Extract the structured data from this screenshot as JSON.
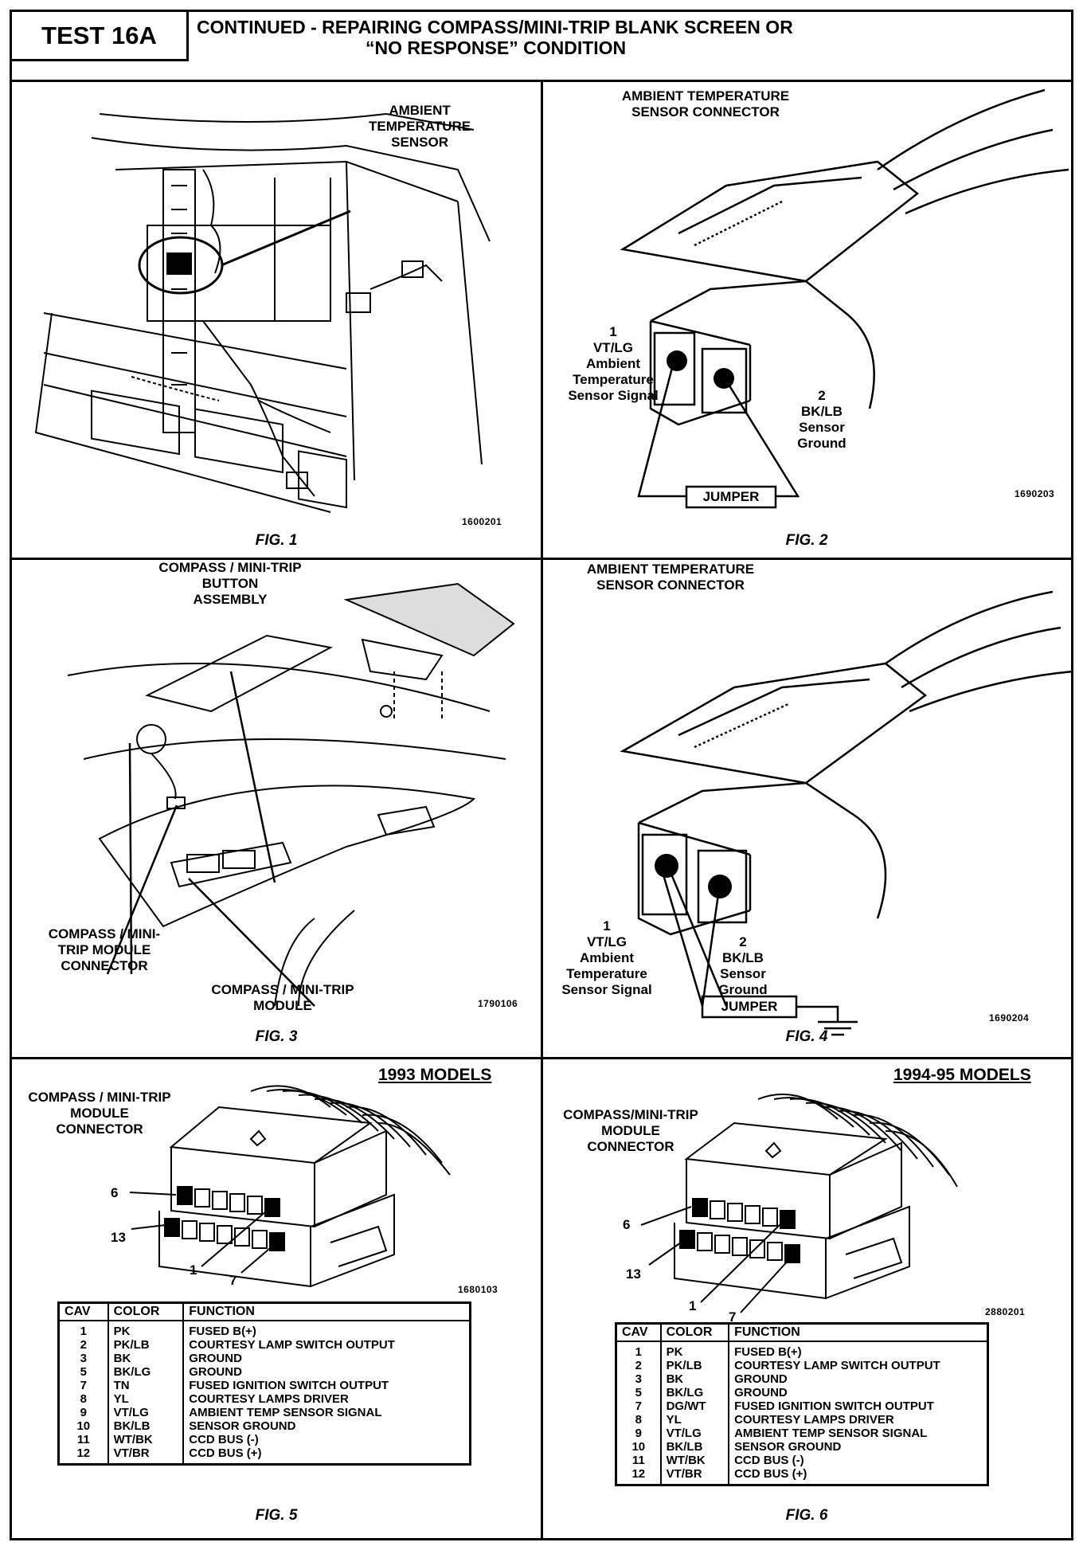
{
  "header": {
    "test_label": "TEST 16A",
    "title_line1": "CONTINUED -  REPAIRING COMPASS/MINI-TRIP BLANK SCREEN OR",
    "title_line2": "“NO RESPONSE” CONDITION"
  },
  "fig1": {
    "caption": "FIG. 1",
    "label_line1": "AMBIENT",
    "label_line2": "TEMPERATURE",
    "label_line3": "SENSOR",
    "code": "1600201"
  },
  "fig2": {
    "caption": "FIG. 2",
    "title_line1": "AMBIENT TEMPERATURE",
    "title_line2": "SENSOR CONNECTOR",
    "pin1": [
      "1",
      "VT/LG",
      "Ambient",
      "Temperature",
      "Sensor Signal"
    ],
    "pin2": [
      "2",
      "BK/LB",
      "Sensor",
      "Ground"
    ],
    "jumper": "JUMPER",
    "code": "1690203"
  },
  "fig3": {
    "caption": "FIG. 3",
    "button_line1": "COMPASS / MINI-TRIP",
    "button_line2": "BUTTON",
    "button_line3": "ASSEMBLY",
    "connector_line1": "COMPASS / MINI-",
    "connector_line2": "TRIP MODULE",
    "connector_line3": "CONNECTOR",
    "module_line1": "COMPASS / MINI-TRIP",
    "module_line2": "MODULE",
    "code": "1790106"
  },
  "fig4": {
    "caption": "FIG. 4",
    "title_line1": "AMBIENT TEMPERATURE",
    "title_line2": "SENSOR CONNECTOR",
    "pin1": [
      "1",
      "VT/LG",
      "Ambient",
      "Temperature",
      "Sensor Signal"
    ],
    "pin2": [
      "2",
      "BK/LB",
      "Sensor",
      "Ground"
    ],
    "jumper": "JUMPER",
    "code": "1690204"
  },
  "fig5": {
    "caption": "FIG. 5",
    "models": "1993 MODELS",
    "label_line1": "COMPASS / MINI-TRIP",
    "label_line2": "MODULE",
    "label_line3": "CONNECTOR",
    "pin_6": "6",
    "pin_13": "13",
    "pin_1": "1",
    "pin_7": "7",
    "code": "1680103",
    "table": {
      "headers": [
        "CAV",
        "COLOR",
        "FUNCTION"
      ],
      "rows": [
        [
          "1",
          "PK",
          "FUSED B(+)"
        ],
        [
          "2",
          "PK/LB",
          "COURTESY LAMP SWITCH OUTPUT"
        ],
        [
          "3",
          "BK",
          "GROUND"
        ],
        [
          "5",
          "BK/LG",
          "GROUND"
        ],
        [
          "7",
          "TN",
          "FUSED IGNITION SWITCH OUTPUT"
        ],
        [
          "8",
          "YL",
          "COURTESY LAMPS DRIVER"
        ],
        [
          "9",
          "VT/LG",
          "AMBIENT TEMP SENSOR SIGNAL"
        ],
        [
          "10",
          "BK/LB",
          "SENSOR GROUND"
        ],
        [
          "11",
          "WT/BK",
          "CCD BUS (-)"
        ],
        [
          "12",
          "VT/BR",
          "CCD BUS (+)"
        ]
      ]
    }
  },
  "fig6": {
    "caption": "FIG. 6",
    "models": "1994-95 MODELS",
    "label_line1": "COMPASS/MINI-TRIP",
    "label_line2": "MODULE",
    "label_line3": "CONNECTOR",
    "pin_6": "6",
    "pin_13": "13",
    "pin_1": "1",
    "pin_7": "7",
    "code": "2880201",
    "table": {
      "headers": [
        "CAV",
        "COLOR",
        "FUNCTION"
      ],
      "rows": [
        [
          "1",
          "PK",
          "FUSED B(+)"
        ],
        [
          "2",
          "PK/LB",
          "COURTESY LAMP SWITCH OUTPUT"
        ],
        [
          "3",
          "BK",
          "GROUND"
        ],
        [
          "5",
          "BK/LG",
          "GROUND"
        ],
        [
          "7",
          "DG/WT",
          "FUSED IGNITION SWITCH OUTPUT"
        ],
        [
          "8",
          "YL",
          "COURTESY LAMPS DRIVER"
        ],
        [
          "9",
          "VT/LG",
          "AMBIENT TEMP SENSOR SIGNAL"
        ],
        [
          "10",
          "BK/LB",
          "SENSOR GROUND"
        ],
        [
          "11",
          "WT/BK",
          "CCD BUS (-)"
        ],
        [
          "12",
          "VT/BR",
          "CCD BUS (+)"
        ]
      ]
    }
  }
}
